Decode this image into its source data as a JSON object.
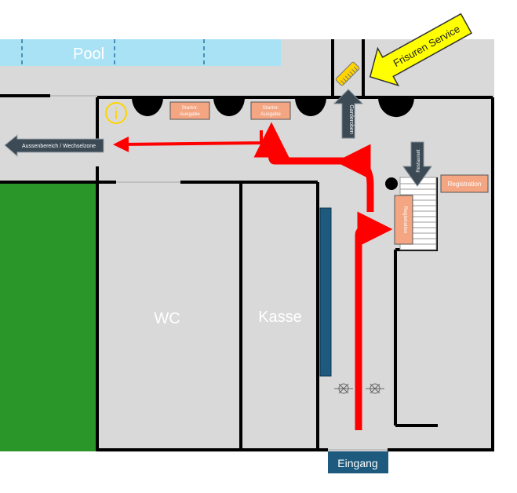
{
  "labels": {
    "pool": "Pool",
    "frisuren_service": "Frisuren Service",
    "startnr_ausgabe_1": "Startnr. Ausgabe",
    "startnr_ausgabe_2": "Startnr. Ausgabe",
    "garderoben": "Garderoben",
    "aussenbereich": "Aussenbereich / Wechselzone",
    "restaurant": "Restaurant",
    "registration": "Registration",
    "registration_vertical": "Registration",
    "wc": "WC",
    "kasse": "Kasse",
    "eingang": "Eingang",
    "info": "i"
  },
  "colors": {
    "floor": "#d9d9d9",
    "wall": "#000000",
    "route": "#ff0000",
    "pool_water": "#a9e2f5",
    "grass": "#2a962a",
    "label_box": "#f4a582",
    "eingang_box": "#1d5a7e",
    "arrow_dark": "#3b4a55",
    "frisuren_arrow": "#ffff00",
    "info_ring": "#ffd400"
  },
  "icons": [
    "info-icon",
    "comb-icon",
    "turnstile-icon",
    "pillar-icon"
  ]
}
